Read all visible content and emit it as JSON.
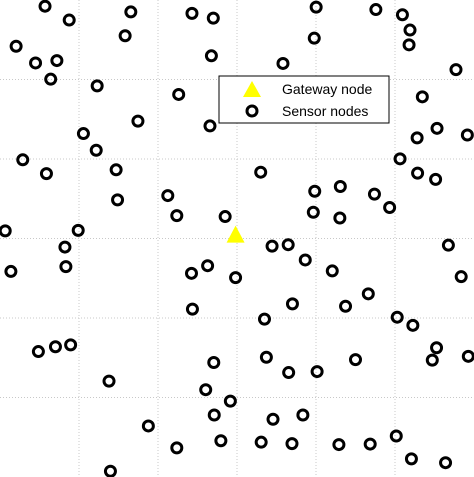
{
  "chart_data": {
    "type": "scatter",
    "title": "",
    "xlabel": "",
    "ylabel": "",
    "xlim": [
      0,
      1000
    ],
    "ylim": [
      0,
      1000
    ],
    "grid": true,
    "legend_placement": "top-center",
    "series": [
      {
        "name": "Gateway node",
        "marker": "triangle",
        "color": "#ffff00",
        "points": [
          [
            497,
            508
          ]
        ]
      },
      {
        "name": "Sensor nodes",
        "marker": "circle",
        "color": "#000000",
        "points": [
          [
            95,
            987
          ],
          [
            146,
            958
          ],
          [
            276,
            975
          ],
          [
            405,
            972
          ],
          [
            450,
            962
          ],
          [
            667,
            985
          ],
          [
            793,
            980
          ],
          [
            849,
            969
          ],
          [
            865,
            937
          ],
          [
            34,
            903
          ],
          [
            75,
            868
          ],
          [
            120,
            873
          ],
          [
            107,
            834
          ],
          [
            264,
            925
          ],
          [
            446,
            883
          ],
          [
            597,
            867
          ],
          [
            663,
            920
          ],
          [
            863,
            906
          ],
          [
            962,
            854
          ],
          [
            205,
            820
          ],
          [
            377,
            802
          ],
          [
            443,
            736
          ],
          [
            891,
            797
          ],
          [
            291,
            746
          ],
          [
            176,
            720
          ],
          [
            203,
            685
          ],
          [
            245,
            644
          ],
          [
            248,
            581
          ],
          [
            354,
            590
          ],
          [
            48,
            665
          ],
          [
            98,
            636
          ],
          [
            986,
            717
          ],
          [
            922,
            731
          ],
          [
            880,
            711
          ],
          [
            844,
            667
          ],
          [
            881,
            637
          ],
          [
            919,
            624
          ],
          [
            550,
            639
          ],
          [
            664,
            599
          ],
          [
            718,
            609
          ],
          [
            790,
            593
          ],
          [
            822,
            565
          ],
          [
            661,
            555
          ],
          [
            717,
            543
          ],
          [
            373,
            548
          ],
          [
            475,
            546
          ],
          [
            165,
            517
          ],
          [
            11,
            516
          ],
          [
            137,
            482
          ],
          [
            139,
            441
          ],
          [
            23,
            431
          ],
          [
            574,
            484
          ],
          [
            608,
            487
          ],
          [
            644,
            455
          ],
          [
            701,
            432
          ],
          [
            946,
            486
          ],
          [
            973,
            420
          ],
          [
            438,
            443
          ],
          [
            404,
            427
          ],
          [
            497,
            418
          ],
          [
            406,
            352
          ],
          [
            558,
            331
          ],
          [
            617,
            363
          ],
          [
            729,
            358
          ],
          [
            777,
            384
          ],
          [
            838,
            335
          ],
          [
            871,
            318
          ],
          [
            921,
            271
          ],
          [
            912,
            245
          ],
          [
            988,
            253
          ],
          [
            81,
            263
          ],
          [
            117,
            273
          ],
          [
            149,
            277
          ],
          [
            451,
            240
          ],
          [
            562,
            251
          ],
          [
            609,
            219
          ],
          [
            669,
            221
          ],
          [
            750,
            246
          ],
          [
            230,
            201
          ],
          [
            434,
            183
          ],
          [
            486,
            159
          ],
          [
            452,
            130
          ],
          [
            313,
            107
          ],
          [
            576,
            121
          ],
          [
            639,
            130
          ],
          [
            373,
            61
          ],
          [
            466,
            76
          ],
          [
            551,
            73
          ],
          [
            616,
            70
          ],
          [
            715,
            68
          ],
          [
            781,
            69
          ],
          [
            836,
            86
          ],
          [
            868,
            38
          ],
          [
            940,
            30
          ],
          [
            233,
            12
          ]
        ]
      }
    ]
  },
  "legend": {
    "gateway_label": "Gateway node",
    "sensor_label": "Sensor nodes"
  }
}
